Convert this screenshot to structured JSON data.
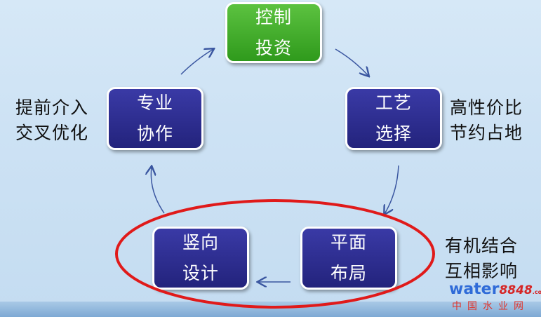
{
  "nodes": {
    "control_investment": {
      "line1": "控制",
      "line2": "投资"
    },
    "process_selection": {
      "line1": "工艺",
      "line2": "选择"
    },
    "plane_layout": {
      "line1": "平面",
      "line2": "布局"
    },
    "vertical_design": {
      "line1": "竖向",
      "line2": "设计"
    },
    "professional_collab": {
      "line1": "专业",
      "line2": "协作"
    }
  },
  "annotations": {
    "left": {
      "line1": "提前介入",
      "line2": "交叉优化"
    },
    "right": {
      "line1": "高性价比",
      "line2": "节约占地"
    },
    "bottom_right": {
      "line1": "有机结合",
      "line2": "互相影响"
    }
  },
  "logo": {
    "main": "water",
    "num": "8848",
    "domain": ".com",
    "sub": "中国水业网"
  },
  "colors": {
    "node_blue": "#2a2a8a",
    "node_green": "#3fa82a",
    "highlight_ellipse": "#e01a1a",
    "arrow": "#3a56a0"
  }
}
